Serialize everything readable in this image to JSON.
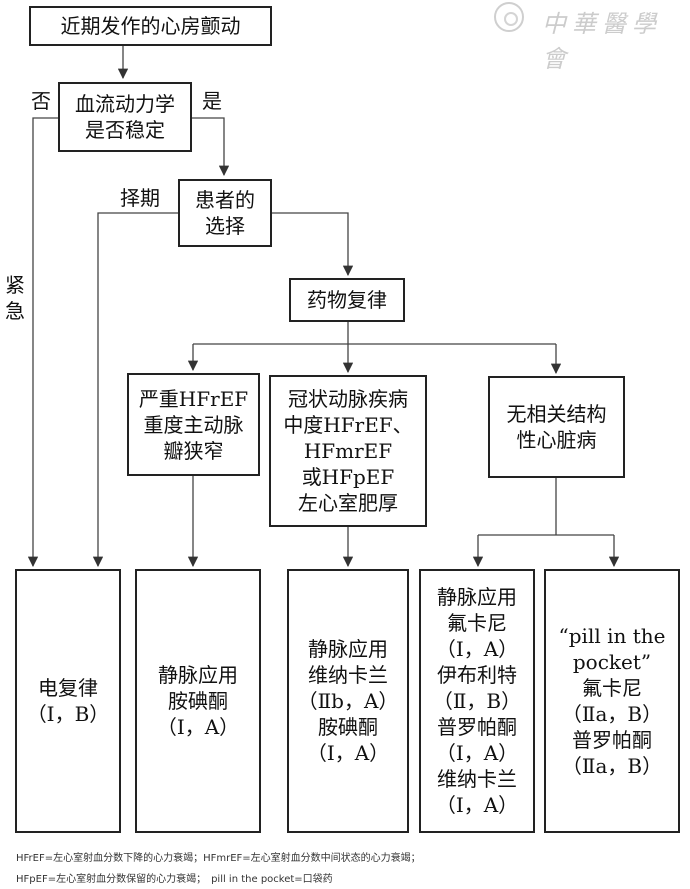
{
  "watermark": {
    "text": "中華醫學會"
  },
  "nodes": {
    "root": [
      "近期发作的心房颤动"
    ],
    "hemo": [
      "血流动力学",
      "是否稳定"
    ],
    "patient": [
      "患者的",
      "选择"
    ],
    "drug": [
      "药物复律"
    ],
    "severe": [
      "严重HFrEF",
      "重度主动脉",
      "瓣狭窄"
    ],
    "coronary": [
      "冠状动脉疾病",
      "中度HFrEF、",
      "HFmrEF",
      "或HFpEF",
      "左心室肥厚"
    ],
    "noheart": [
      "无相关结构",
      "性心脏病"
    ],
    "electric": [
      "电复律",
      "（Ⅰ，B）"
    ],
    "amio1": [
      "静脉应用",
      "胺碘酮",
      "（Ⅰ，A）"
    ],
    "vernakalant": [
      "静脉应用",
      "维纳卡兰",
      "（Ⅱb，A）",
      "胺碘酮",
      "（Ⅰ，A）"
    ],
    "iv_list": [
      "静脉应用",
      "氟卡尼",
      "（Ⅰ，A）",
      "伊布利特",
      "（Ⅱ，B）",
      "普罗帕酮",
      "（Ⅰ，A）",
      "维纳卡兰",
      "（Ⅰ，A）"
    ],
    "pill": [
      "“pill in the",
      "pocket”",
      "氟卡尼",
      "（Ⅱa，B）",
      "普罗帕酮",
      "（Ⅱa，B）"
    ]
  },
  "edge_labels": {
    "no": "否",
    "yes": "是",
    "elective": "择期",
    "urgent": [
      "紧",
      "急"
    ]
  },
  "footnotes": [
    "HFrEF=左心室射血分数下降的心力衰竭；HFmrEF=左心室射血分数中间状态的心力衰竭；",
    "HFpEF=左心室射血分数保留的心力衰竭；　pill in the pocket=口袋药"
  ]
}
